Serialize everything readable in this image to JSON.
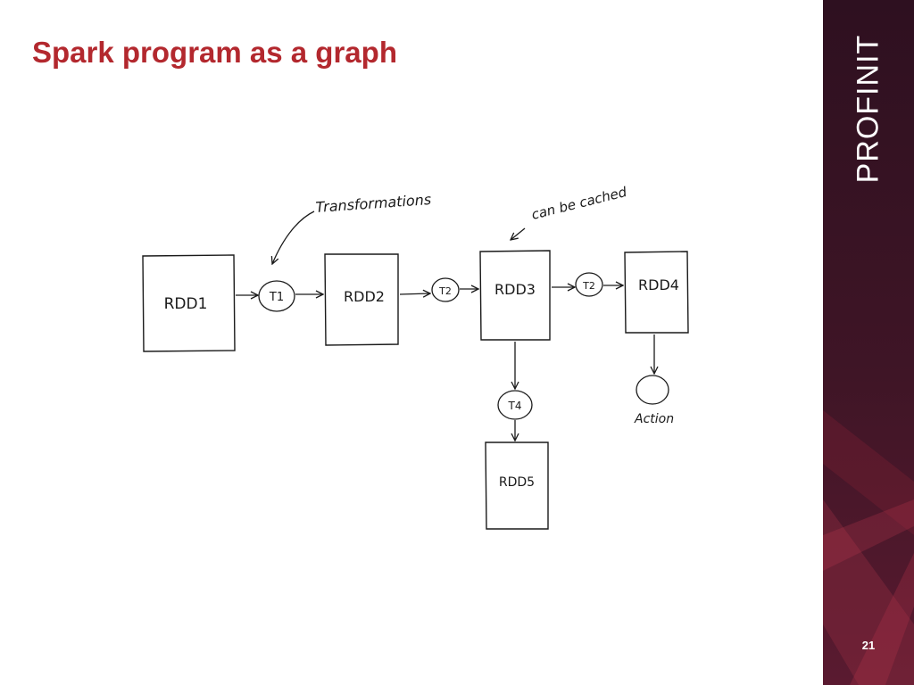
{
  "slide": {
    "title": "Spark program as a graph",
    "page_number": "21"
  },
  "brand": {
    "name": "PROFINIT",
    "panel_color": "#3b1424",
    "accent_color": "#7d1f35"
  },
  "diagram": {
    "nodes": {
      "rdd1": "RDD1",
      "rdd2": "RDD2",
      "rdd3": "RDD3",
      "rdd4": "RDD4",
      "rdd5": "RDD5"
    },
    "transforms": {
      "t1": "T1",
      "t2a": "T2",
      "t2b": "T2",
      "t4": "T4"
    },
    "annotations": {
      "transformations": "Transformations",
      "can_be_cached": "can be cached",
      "action": "Action"
    },
    "edges": [
      {
        "from": "RDD1",
        "to": "T1"
      },
      {
        "from": "T1",
        "to": "RDD2"
      },
      {
        "from": "RDD2",
        "to": "T2"
      },
      {
        "from": "T2",
        "to": "RDD3"
      },
      {
        "from": "RDD3",
        "to": "T2"
      },
      {
        "from": "T2",
        "to": "RDD4"
      },
      {
        "from": "RDD3",
        "to": "T4"
      },
      {
        "from": "T4",
        "to": "RDD5"
      },
      {
        "from": "RDD4",
        "to": "Action"
      }
    ]
  }
}
